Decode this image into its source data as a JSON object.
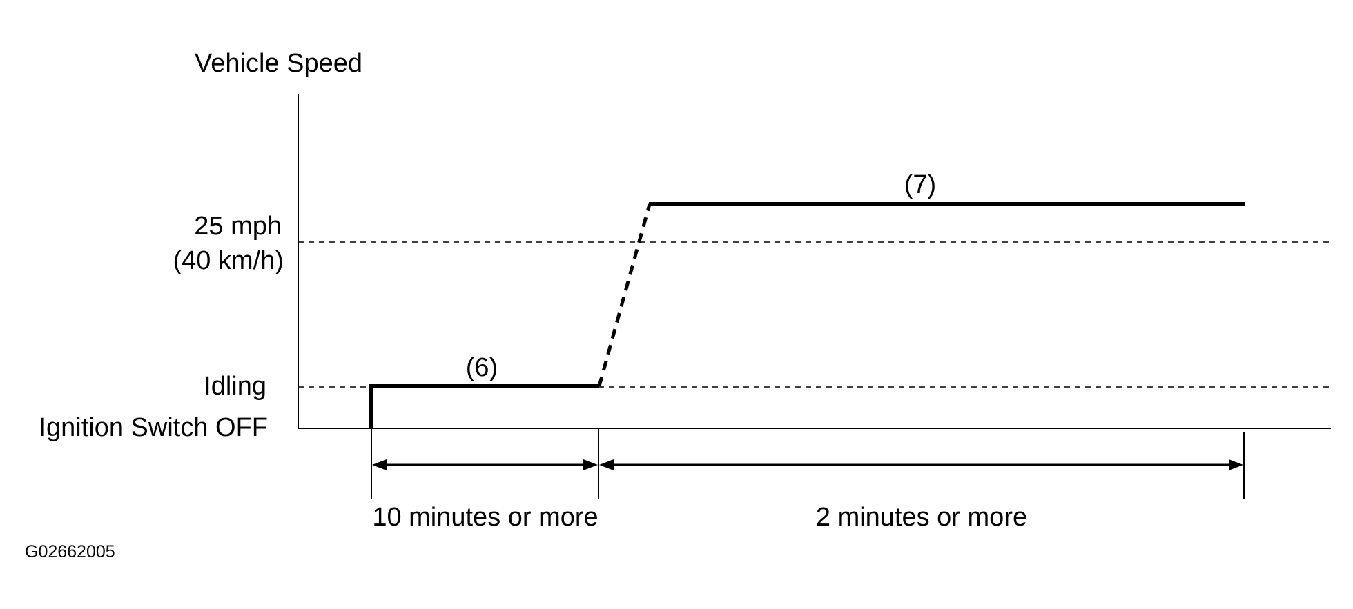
{
  "y_axis_label": "Vehicle Speed",
  "levels": {
    "speed_mph": "25 mph",
    "speed_kmh": "(40 km/h)",
    "idling": "Idling",
    "ignition_off": "Ignition Switch OFF"
  },
  "steps": {
    "step6": "(6)",
    "step7": "(7)"
  },
  "durations": {
    "first": "10 minutes or more",
    "second": "2 minutes or more"
  },
  "figure_id": "G02662005"
}
